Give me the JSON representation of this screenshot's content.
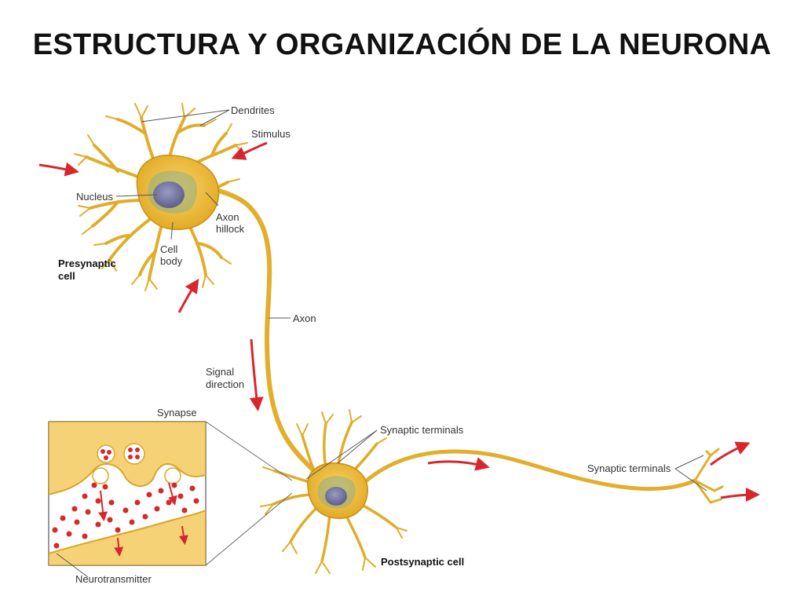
{
  "title": "ESTRUCTURA Y ORGANIZACIÓN DE LA NEURONA",
  "labels": {
    "dendrites": "Dendrites",
    "stimulus": "Stimulus",
    "nucleus": "Nucleus",
    "axon_hillock_1": "Axon",
    "axon_hillock_2": "hillock",
    "cell_body_1": "Cell",
    "cell_body_2": "body",
    "presynaptic_1": "Presynaptic",
    "presynaptic_2": "cell",
    "axon": "Axon",
    "signal_1": "Signal",
    "signal_2": "direction",
    "synapse": "Synapse",
    "synaptic_terminals_a": "Synaptic terminals",
    "synaptic_terminals_b": "Synaptic terminals",
    "postsynaptic": "Postsynaptic cell",
    "neurotransmitter": "Neurotransmitter"
  },
  "colors": {
    "neuron": "#e7b52a",
    "neuron_light": "#f7cd55",
    "nucleus": "#7d7fa6",
    "arrow": "#d8262c",
    "vesicle": "#d42a2a",
    "synapse_bg": "#f6d277",
    "leader": "#555555"
  }
}
